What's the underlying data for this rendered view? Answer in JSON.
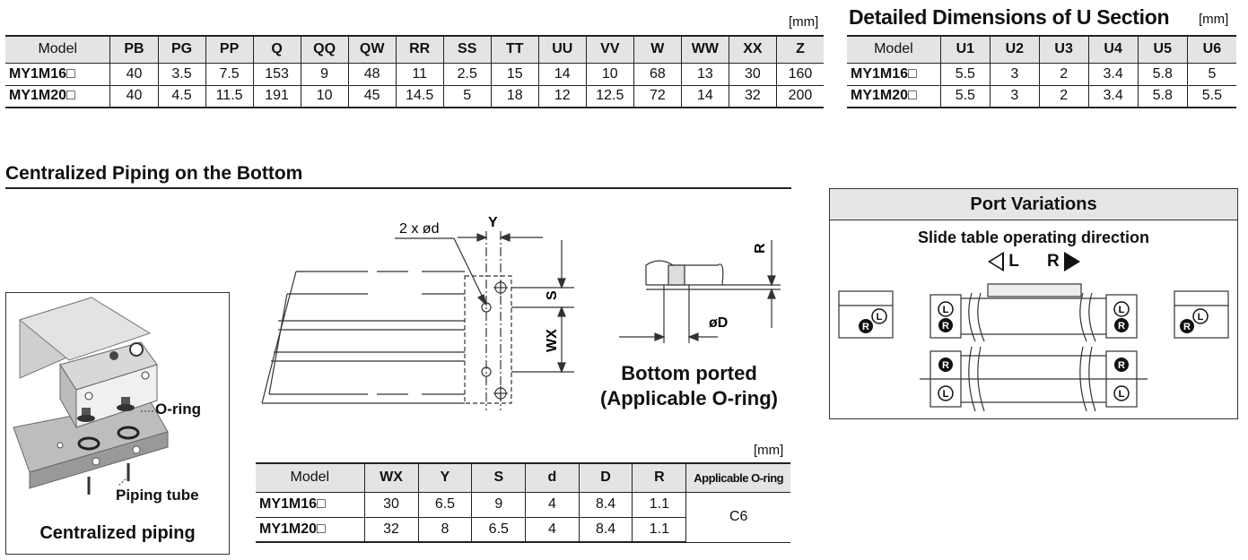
{
  "top_table": {
    "unit": "[mm]",
    "headers": [
      "Model",
      "PB",
      "PG",
      "PP",
      "Q",
      "QQ",
      "QW",
      "RR",
      "SS",
      "TT",
      "UU",
      "VV",
      "W",
      "WW",
      "XX",
      "Z"
    ],
    "rows": [
      [
        "MY1M16□",
        "40",
        "3.5",
        "7.5",
        "153",
        "9",
        "48",
        "11",
        "2.5",
        "15",
        "14",
        "10",
        "68",
        "13",
        "30",
        "160"
      ],
      [
        "MY1M20□",
        "40",
        "4.5",
        "11.5",
        "191",
        "10",
        "45",
        "14.5",
        "5",
        "18",
        "12",
        "12.5",
        "72",
        "14",
        "32",
        "200"
      ]
    ]
  },
  "u_section": {
    "title": "Detailed Dimensions of U Section",
    "unit": "[mm]",
    "headers": [
      "Model",
      "U1",
      "U2",
      "U3",
      "U4",
      "U5",
      "U6"
    ],
    "rows": [
      [
        "MY1M16□",
        "5.5",
        "3",
        "2",
        "3.4",
        "5.8",
        "5"
      ],
      [
        "MY1M20□",
        "5.5",
        "3",
        "2",
        "3.4",
        "5.8",
        "5.5"
      ]
    ]
  },
  "piping": {
    "title": "Centralized Piping on the Bottom",
    "photo_caption": "Centralized piping",
    "label_oring": "O-ring",
    "label_tube": "Piping tube",
    "bottom_caption_1": "Bottom ported",
    "bottom_caption_2": "(Applicable O-ring)",
    "dim_2xd": "2 x ød",
    "dim_Y": "Y",
    "dim_S": "S",
    "dim_WX": "WX",
    "dim_R": "R",
    "dim_D": "øD"
  },
  "port_variations": {
    "title": "Port Variations",
    "subtitle": "Slide table operating direction",
    "dir_L": "L",
    "dir_R": "R",
    "mark_L": "L",
    "mark_R": "R"
  },
  "bottom_table": {
    "unit": "[mm]",
    "headers": [
      "Model",
      "WX",
      "Y",
      "S",
      "d",
      "D",
      "R",
      "Applicable O-ring"
    ],
    "rows": [
      [
        "MY1M16□",
        "30",
        "6.5",
        "9",
        "4",
        "8.4",
        "1.1"
      ],
      [
        "MY1M20□",
        "32",
        "8",
        "6.5",
        "4",
        "8.4",
        "1.1"
      ]
    ],
    "oring_value": "C6"
  }
}
